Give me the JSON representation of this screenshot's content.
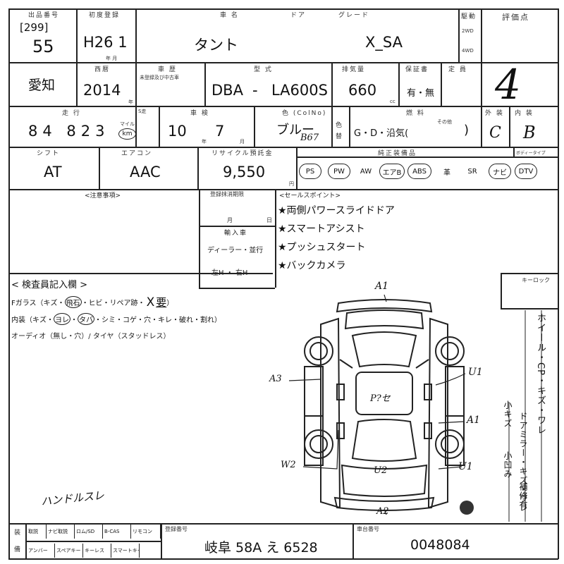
{
  "header": {
    "lot_label": "出品番号",
    "lot_bracket": "[299]",
    "lot_number": "55",
    "first_reg_label": "初度登録",
    "first_reg_value": "H26 1",
    "first_reg_sub": "年 月",
    "model_name_label": "車 名",
    "model_name": "タント",
    "door_label": "ドア",
    "grade_label": "グレード",
    "grade": "X_SA",
    "drive_label": "駆動",
    "drive_2wd": "2WD",
    "drive_4wd": "4WD",
    "score_label": "評価点",
    "score": "4"
  },
  "row2": {
    "region": "愛知",
    "year_label": "西暦",
    "year": "2014",
    "year_unit": "年",
    "reg_label": "車 歴",
    "reg_sub": "未登録及び中古車",
    "type_label": "型 式",
    "type_prefix": "DBA",
    "type_dash": "-",
    "type_code": "LA600S",
    "cc_label": "排気量",
    "cc": "660",
    "cc_unit": "cc",
    "warranty_label": "保証書",
    "warranty_value": "有・無",
    "capacity_label": "定 員"
  },
  "row3": {
    "mileage_label": "走 行",
    "mileage": "84 823",
    "km_unit": "km",
    "mile_unit": "マイル",
    "mileage_note_label": "S走",
    "inspection_label": "車 検",
    "inspection_year": "10",
    "year_unit": "年",
    "inspection_month": "7",
    "month_unit": "月",
    "color_label": "色 (ColNo)",
    "color": "ブルー",
    "color_code": "B67",
    "color_change_1": "色",
    "color_change_2": "替",
    "fuel_label": "燃 料",
    "fuel_value": "G・D・沿気(",
    "fuel_close": ")",
    "fuel_other": "その他",
    "ext_label": "外 装",
    "ext": "C",
    "int_label": "内 装",
    "int": "B"
  },
  "row4": {
    "shift_label": "シフト",
    "shift": "AT",
    "ac_label": "エアコン",
    "ac": "AAC",
    "recycle_label": "リサイクル預託金",
    "recycle": "9,550",
    "recycle_unit": "円",
    "equip_label": "純正装備品",
    "equip_extra_label": "ボディータイプ",
    "equipment": [
      {
        "label": "PS",
        "circled": true
      },
      {
        "label": "PW",
        "circled": true
      },
      {
        "label": "AW",
        "circled": false
      },
      {
        "label": "エアB",
        "circled": true
      },
      {
        "label": "ABS",
        "circled": true
      },
      {
        "label": "革",
        "circled": false
      },
      {
        "label": "SR",
        "circled": false
      },
      {
        "label": "ナビ",
        "circled": true
      },
      {
        "label": "DTV",
        "circled": true
      }
    ]
  },
  "mid": {
    "notes_label": "<注意事項>",
    "expiry_label": "登録抹消期限",
    "month": "月",
    "day": "日",
    "import_label": "輸入車",
    "dealer": "ディーラー・並行",
    "handle": "左H ・ 右H",
    "sales_label": "<セールスポイント>",
    "sales_points": [
      "★両側パワースライドドア",
      "★スマートアシスト",
      "★プッシュスタート",
      "★バックカメラ"
    ]
  },
  "inspect": {
    "title": "< 検査員記入欄 >",
    "line1_prefix": "Fガラス（キズ・",
    "line1_rest": "・ヒビ・リペア跡・",
    "line1_ihara": "飛石",
    "line1_x": "X",
    "line1_yo": "要",
    "line1_end": "）",
    "line2_prefix": "内装（キズ・",
    "line2_yogore": "ヨレ",
    "line2_mid": "・",
    "line2_ana": "タバ",
    "line2_rest": "・シミ・コゲ・穴・キレ・破れ・割れ）",
    "line3": "オーディオ（無し・穴）/ タイヤ（スタッドレス）",
    "handwritten_note": "ハンドルスレ",
    "keyless_label": "キーロック"
  },
  "diagram": {
    "a1_top": "A1",
    "a3": "A3",
    "u1_a": "U1",
    "a1_right": "A1",
    "pt_label": "P?セ",
    "w2": "W2",
    "u2": "U2",
    "u1_b": "U1",
    "a2": "A2"
  },
  "side_notes": {
    "col1": "ホイール・CP・キズ・ワレ",
    "col2": "ドアミラー・キズ・ワレ",
    "col2b": "小キズ",
    "col3": "小凹み",
    "col4": "補修有"
  },
  "footer": {
    "row_label_1": "装",
    "row_label_2": "備",
    "items_top": [
      "取説",
      "ナビ取説",
      "ロム/SD",
      "B-CAS",
      "リモコン"
    ],
    "items_bottom": [
      "アンバー",
      "スペアキー",
      "キーレス",
      "スマートキー"
    ],
    "plate_label": "登録番号",
    "plate": "岐阜 58A え 6528",
    "chassis_label": "車台番号",
    "chassis": "0048084"
  }
}
